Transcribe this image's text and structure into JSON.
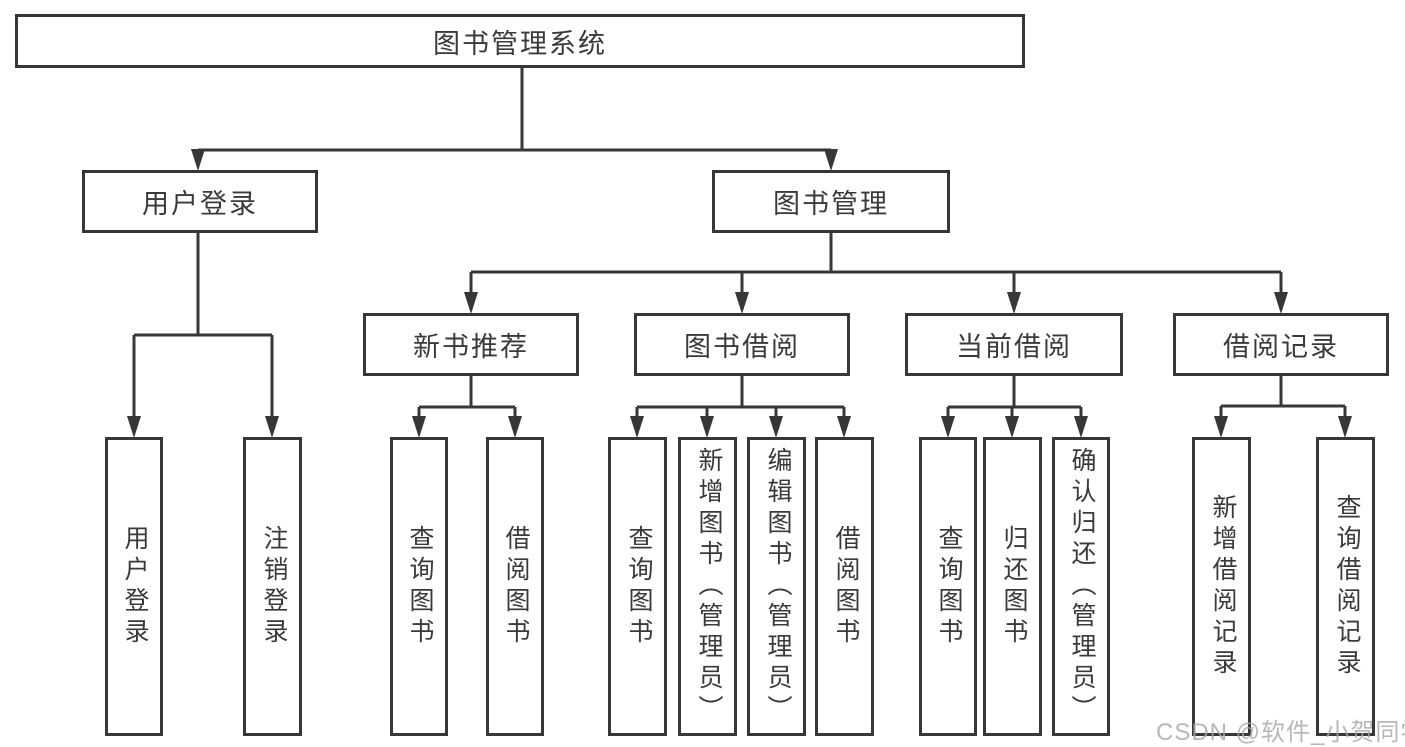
{
  "diagram": {
    "colors": {
      "line": "#373737",
      "text": "#3a3a3a",
      "background": "#ffffff",
      "watermark": "#a5a5a5"
    },
    "nodes": {
      "root": "图书管理系统",
      "level2": [
        "用户登录",
        "图书管理"
      ],
      "level3": [
        "新书推荐",
        "图书借阅",
        "当前借阅",
        "借阅记录"
      ],
      "leaves_user_login": [
        "用户登录",
        "注销登录"
      ],
      "leaves_new_books": [
        "查询图书",
        "借阅图书"
      ],
      "leaves_book_borrow": [
        "查询图书",
        "新增图书（管理员）",
        "编辑图书（管理员）",
        "借阅图书"
      ],
      "leaves_current_borrow": [
        "查询图书",
        "归还图书",
        "确认归还（管理员）"
      ],
      "leaves_borrow_records": [
        "新增借阅记录",
        "查询借阅记录"
      ]
    },
    "watermark": "CSDN @软件_小贺同学"
  }
}
